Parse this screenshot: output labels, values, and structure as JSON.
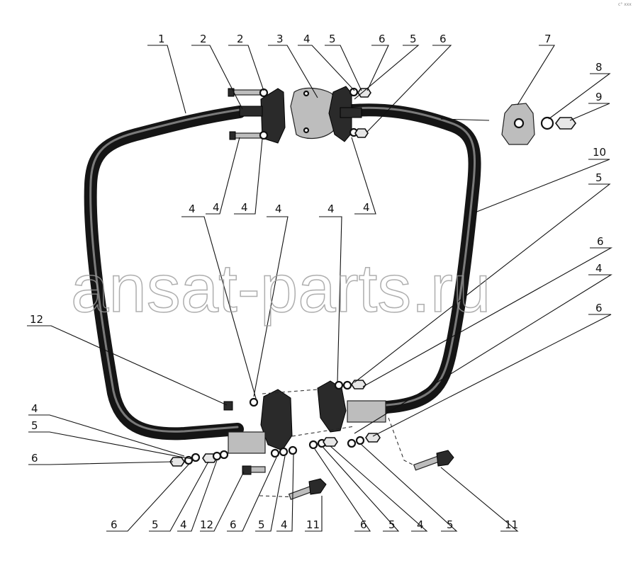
{
  "watermark": "ansat-parts.ru",
  "corner_note": "c° ххх",
  "callouts": {
    "c1": "1",
    "c2a": "2",
    "c2b": "2",
    "c3": "3",
    "c4a": "4",
    "c5a": "5",
    "c6a": "6",
    "c5b": "5",
    "c6b": "6",
    "c7": "7",
    "c8": "8",
    "c9": "9",
    "c10": "10",
    "c4b": "4",
    "c4c": "4",
    "c4d": "4",
    "c4e": "4",
    "c4f": "4",
    "c4g": "4",
    "c5c": "5",
    "c6c": "6",
    "c4h": "4",
    "c6d": "6",
    "c12a": "12",
    "c4i": "4",
    "c5d": "5",
    "c6e": "6",
    "c6f": "6",
    "c5e": "5",
    "c4j": "4",
    "c12b": "12",
    "c6g": "6",
    "c5f": "5",
    "c4k": "4",
    "c11a": "11",
    "c6h": "6",
    "c5g": "5",
    "c4l": "4",
    "c5h": "5",
    "c11b": "11"
  }
}
